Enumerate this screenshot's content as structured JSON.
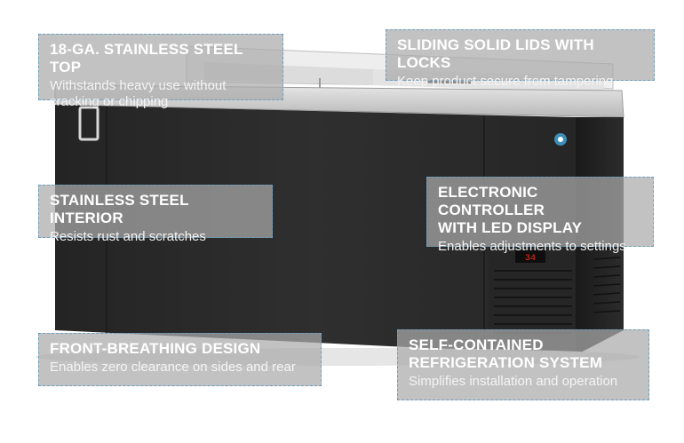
{
  "product": {
    "display_reading": "34",
    "colors": {
      "cabinet": "#2b2b2b",
      "cabinet_dark": "#1d1d1d",
      "steel_top": "#c9c9c9",
      "callout_fill": "#aaaaaa",
      "callout_border": "#6d9fc0",
      "led": "#ff2a1a"
    },
    "logo_icon": "brand-badge-icon"
  },
  "callouts": [
    {
      "title": "18-GA. STAINLESS STEEL TOP",
      "desc": "Withstands heavy use without\ncracking or chipping"
    },
    {
      "title": "SLIDING SOLID LIDS WITH LOCKS",
      "desc": "Keep product secure from tampering"
    },
    {
      "title": "STAINLESS STEEL INTERIOR",
      "desc": "Resists rust and scratches"
    },
    {
      "title": "ELECTRONIC CONTROLLER\nWITH LED DISPLAY",
      "desc": "Enables adjustments to settings"
    },
    {
      "title": "FRONT-BREATHING DESIGN",
      "desc": "Enables zero clearance on sides and rear"
    },
    {
      "title": "SELF-CONTAINED\nREFRIGERATION SYSTEM",
      "desc": "Simplifies installation and operation"
    }
  ]
}
